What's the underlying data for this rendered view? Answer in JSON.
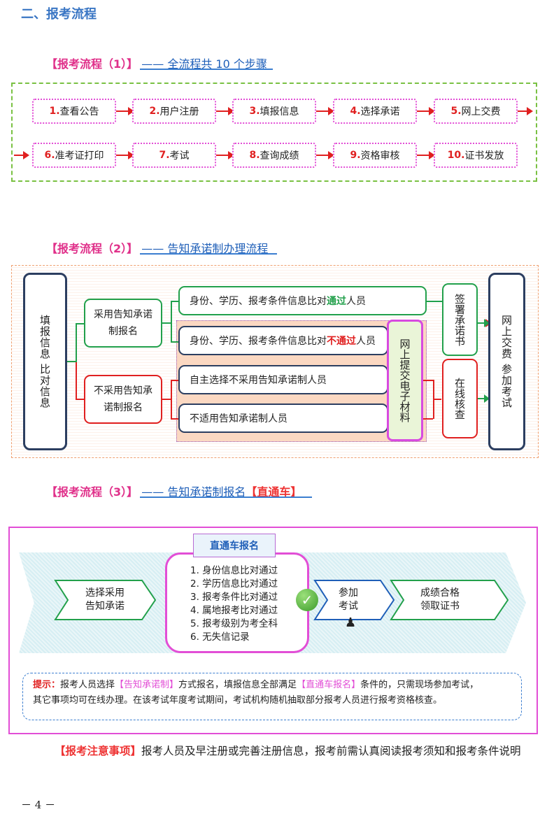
{
  "heading": "二、报考流程",
  "flow1": {
    "bracket": "【报考流程（1）】",
    "dash": "——",
    "subtitle": "全流程共 10 个步骤",
    "steps": [
      {
        "num": "1.",
        "label": "查看公告"
      },
      {
        "num": "2.",
        "label": "用户注册"
      },
      {
        "num": "3.",
        "label": "填报信息"
      },
      {
        "num": "4.",
        "label": "选择承诺"
      },
      {
        "num": "5.",
        "label": "网上交费"
      },
      {
        "num": "6.",
        "label": "准考证打印"
      },
      {
        "num": "7.",
        "label": "考试"
      },
      {
        "num": "8.",
        "label": "查询成绩"
      },
      {
        "num": "9.",
        "label": "资格审核"
      },
      {
        "num": "10.",
        "label": "证书发放"
      }
    ]
  },
  "flow2": {
    "bracket": "【报考流程（2）】",
    "dash": "——",
    "subtitle": "告知承诺制办理流程",
    "left": "填报信息 比对信息",
    "opt_yes": "采用告知承诺制报名",
    "opt_no": "不采用告知承诺制报名",
    "pass_pre": "身份、学历、报考条件信息比对",
    "pass_word": "通过",
    "pass_post": "人员",
    "fail_pre": "身份、学历、报考条件信息比对",
    "fail_word": "不通过",
    "fail_post": "人员",
    "self_select": "自主选择不采用告知承诺制人员",
    "not_apply": "不适用告知承诺制人员",
    "upload": "网上提交电子材料",
    "sign": "签署承诺书",
    "online_check": "在线核查",
    "final": "网上交费 参加考试"
  },
  "flow3": {
    "bracket": "【报考流程（3）】",
    "dash": "——",
    "subtitle": "告知承诺制报名",
    "highlight": "【直通车】",
    "ribbon": "直通车报名",
    "select_line1": "选择采用",
    "select_line2": "告知承诺",
    "conditions": [
      "1. 身份信息比对通过",
      "2. 学历信息比对通过",
      "3. 报考条件比对通过",
      "4. 属地报考比对通过",
      "5. 报考级别为考全科",
      "6. 无失信记录"
    ],
    "exam_line1": "参加",
    "exam_line2": "考试",
    "cert_line1": "成绩合格",
    "cert_line2": "领取证书",
    "tip_label": "提示：",
    "tip_a": "报考人员选择",
    "tip_b": "【告知承诺制】",
    "tip_c": "方式报名，填报信息全部满足",
    "tip_d": "【直通车报名】",
    "tip_e": "条件的，只需现场参加考试，",
    "tip_line2": "其它事项均可在线办理。在该考试年度考试期间，考试机构随机抽取部分报考人员进行报考资格核查。"
  },
  "notice_label": "【报考注意事项】",
  "notice_text": "报考人员及早注册或完善注册信息，报考前需认真阅读报考须知和报考条件说明",
  "page_number": "－ 4 －",
  "colors": {
    "accent_blue": "#1f5fb8",
    "magenta": "#e0308a",
    "red": "#e02020",
    "green": "#22a04b",
    "dashed_green": "#7ac143"
  }
}
